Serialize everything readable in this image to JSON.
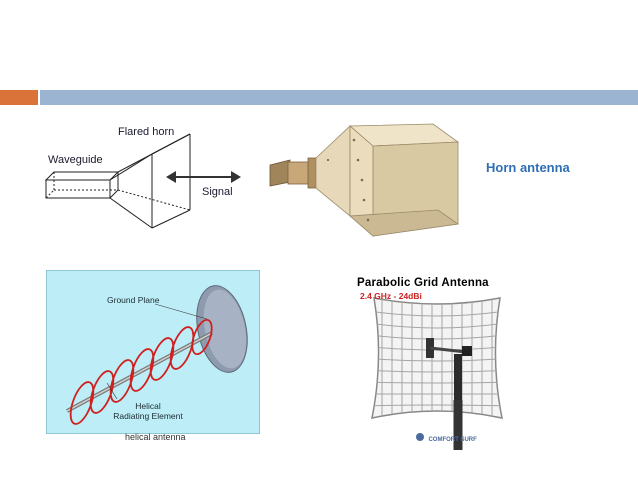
{
  "header": {
    "accent_color": "#d9733a",
    "bar_color": "#9ab4d1"
  },
  "horn_diagram": {
    "flared_horn_label": "Flared horn",
    "waveguide_label": "Waveguide",
    "signal_label": "Signal"
  },
  "horn_photo": {
    "title": "Horn antenna",
    "title_color": "#2f6fb5"
  },
  "helical": {
    "ground_plane_label": "Ground Plane",
    "element_label_line1": "Helical",
    "element_label_line2": "Radiating Element",
    "caption": "helical antenna"
  },
  "parabolic": {
    "title": "Parabolic Grid Antenna",
    "subtitle": "2.4 GHz - 24dBi",
    "brand": "COMFORT SURF"
  }
}
